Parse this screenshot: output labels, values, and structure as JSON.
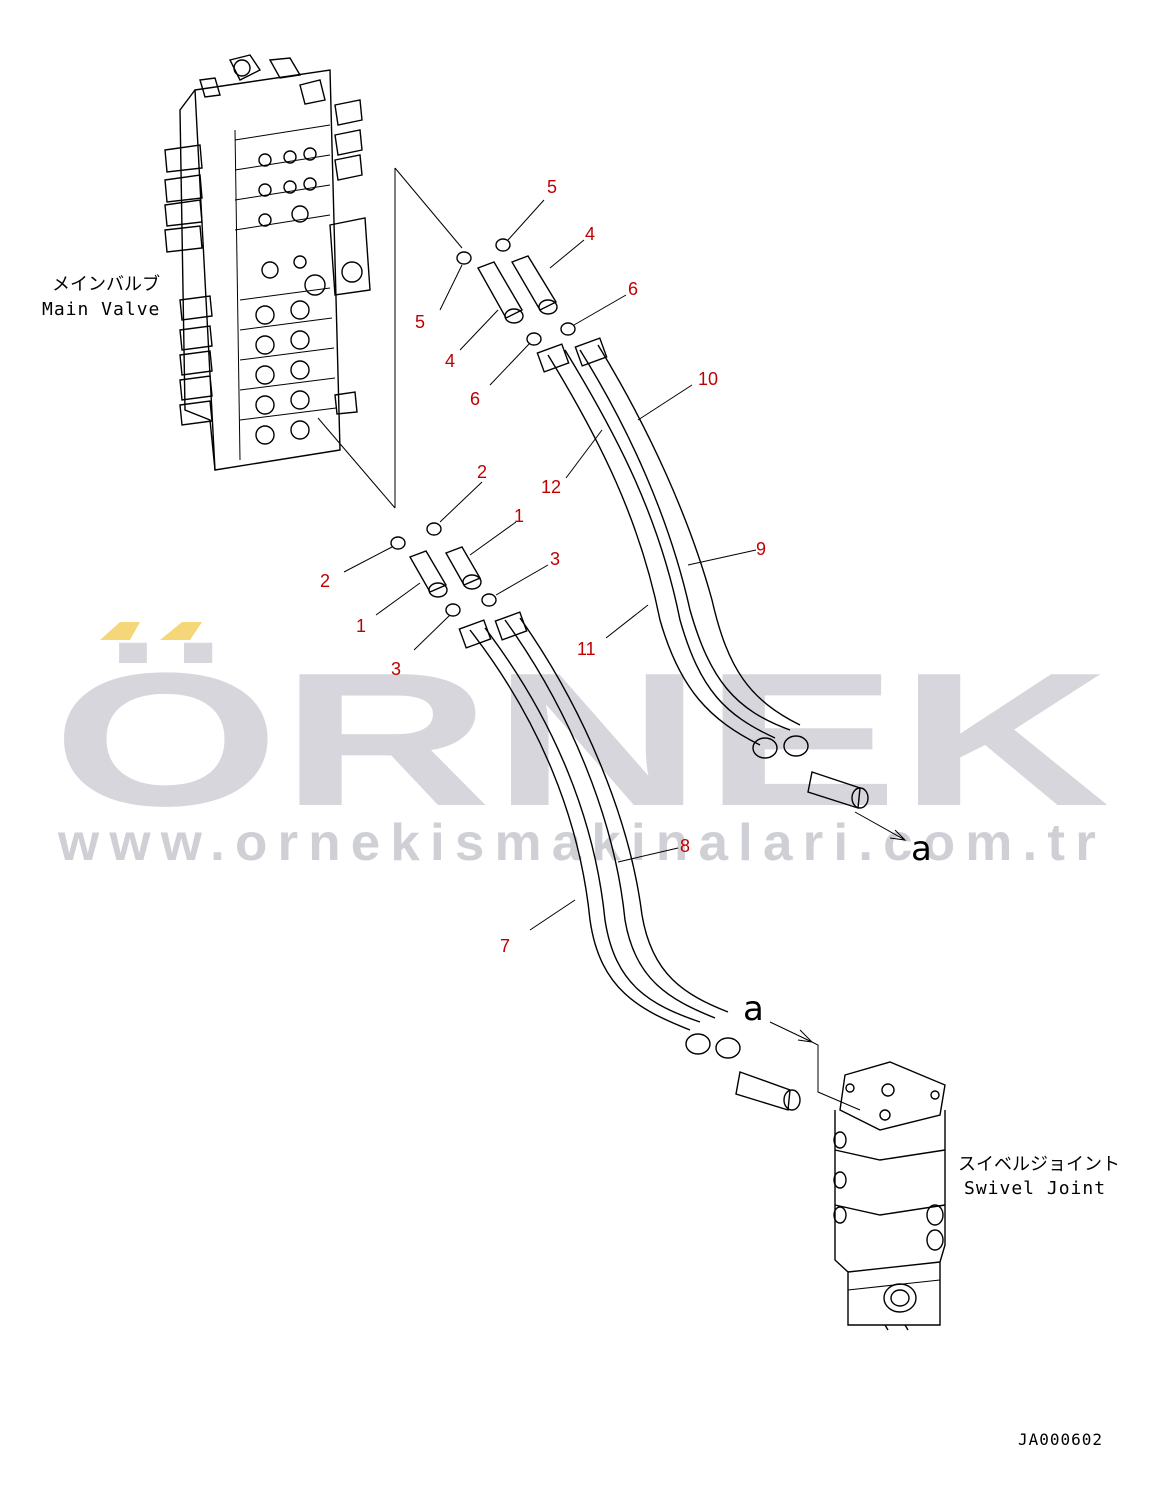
{
  "labels": {
    "main_valve_jp": "メインバルブ",
    "main_valve_en": "Main Valve",
    "swivel_joint_jp": "スイベルジョイント",
    "swivel_joint_en": "Swivel Joint",
    "arrow_a_top": "a",
    "arrow_a_bottom": "a",
    "doc_id": "JA000602"
  },
  "watermark": {
    "brand": "ÖRNEK",
    "url": "www.ornekismakinalari.com.tr",
    "accent_color": "#f5d77a",
    "text_color": "#d6d6dc"
  },
  "callouts": [
    "5",
    "5",
    "4",
    "4",
    "6",
    "6",
    "10",
    "12",
    "2",
    "1",
    "2",
    "3",
    "1",
    "3",
    "9",
    "11",
    "8",
    "7"
  ],
  "colors": {
    "callout": "#c00000",
    "line": "#000000"
  }
}
